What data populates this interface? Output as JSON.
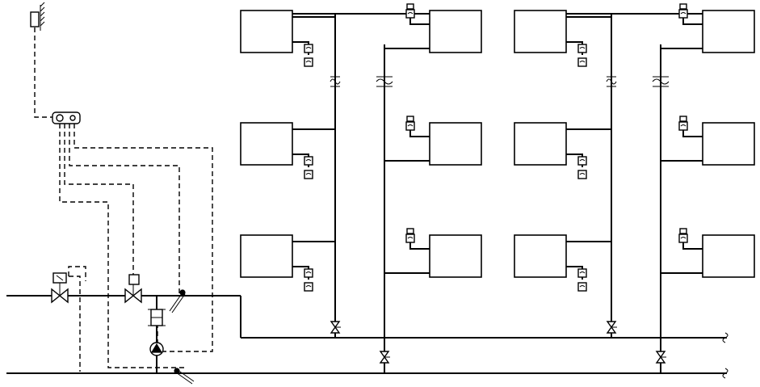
{
  "diagram": {
    "kind": "two-pipe heating system schematic",
    "columns": 4,
    "radiators_per_column": 3,
    "text_labels": []
  }
}
